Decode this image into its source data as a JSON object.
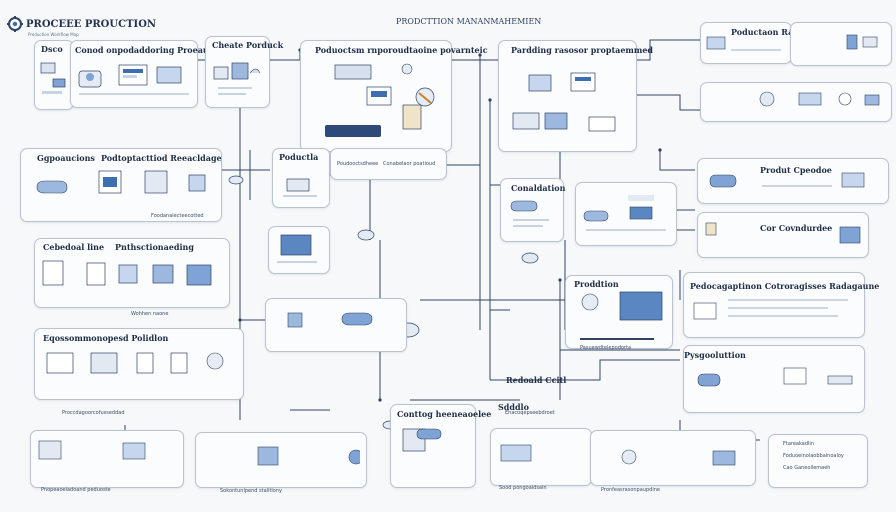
{
  "brand": {
    "name": "PROCEEE PROUCTION",
    "subtitle": "Production Workflow Map"
  },
  "title": "PRODCTTION MANANMAHEMIEN",
  "panels": {
    "p1_title": "Dsco",
    "p2_title": "Conod onpodaddoring Proeausne",
    "p3_title": "Cheate Porduck",
    "p4_title": "Poduoctsm rnporoudtaoine povarnteic",
    "p5_title": "Pardding rasosor proptaemmed",
    "p6_title": "Poductaon Radisn",
    "p7_title": "Ggpoaucions",
    "p7_title2": "Podtoptacttiod Reeacldage",
    "p8_title": "Poductla",
    "p9_title": "Conaldation",
    "p10_title": "Produt Cpeodoe",
    "p11_title": "Cor Covndurdee",
    "p12_title": "Cebedoal line",
    "p12_title2": "Pnthsctionaeding",
    "p13_title": "Proddtion",
    "p14_title": "Pedocagaptinon Cotroragisses Radagaune",
    "p15_title": "Eqossommonopesd Polidlon",
    "p16_title": "Pysgooluttion",
    "p17_title": "Conttog heeneaoelee",
    "p18_title": "Sdddlo",
    "p19_title": "Redoald Ccitl"
  },
  "captions": {
    "c1": "Foodanalecteecotted",
    "c2": "Poudooctsdheee",
    "c3": "Conabelaor poatioud",
    "c4": "Wohhen naone",
    "c5": "Pnopeaoeiadoand peduoste",
    "c6": "Sokontunlpend stalitiony",
    "c7": "Sood pongoaidsaln",
    "c8": "Pronfeasrasonpaupdine",
    "c9": "Ftareakadlin",
    "c10": "Foduoeinolaobbalnoaloy",
    "c11": "Cao Ganeoilemaeh",
    "c12": "Ehacoqepseebdroet",
    "c13": "Pasuewdtelepodorta",
    "c14": "Proccdagoorcofusseddad"
  },
  "colors": {
    "accent": "#3d6fb0",
    "line": "#2f4463",
    "border": "#b9c2cf"
  }
}
